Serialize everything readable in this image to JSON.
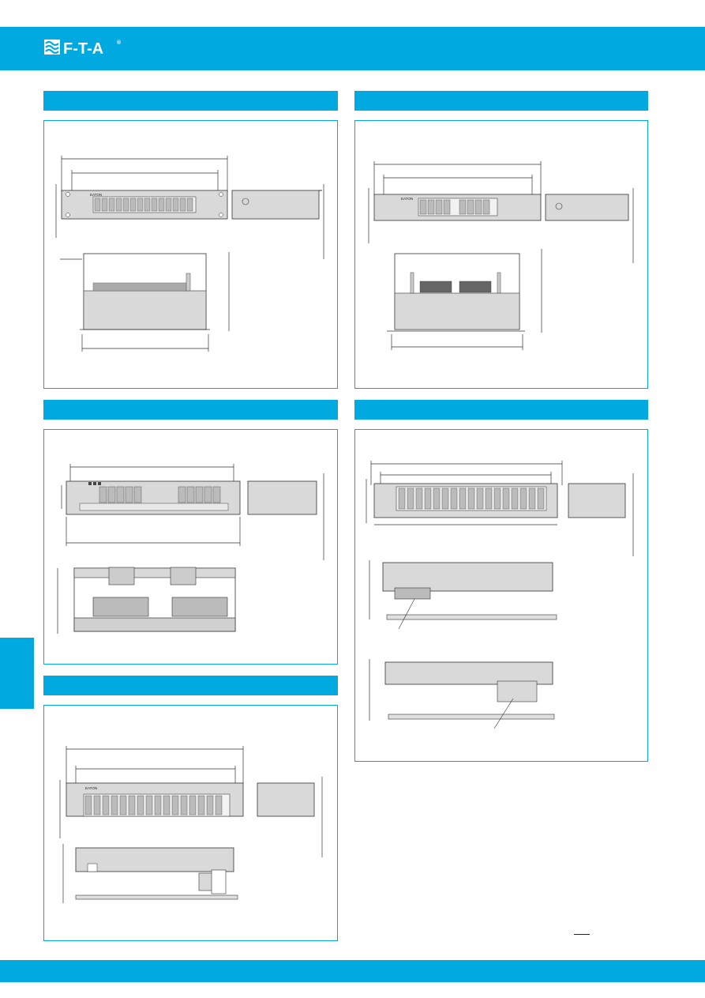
{
  "brand": {
    "logo_text": "F-T-A",
    "registered": "®",
    "color": "#00a9e0",
    "logo_icon": "fta-wave-icon"
  },
  "device_label": "EATON",
  "panels": [
    {
      "id": "panel-top-left"
    },
    {
      "id": "panel-top-right"
    },
    {
      "id": "panel-mid-left"
    },
    {
      "id": "panel-mid-right"
    },
    {
      "id": "panel-bottom-left"
    }
  ]
}
